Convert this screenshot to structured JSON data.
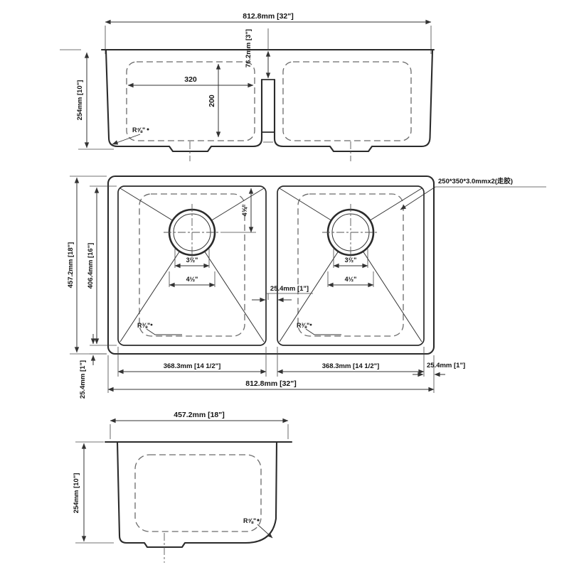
{
  "front_view": {
    "overall_width": "812.8mm [32\"]",
    "rim_to_divider": "76.2mm [3\"]",
    "depth": "254mm [10\"]",
    "bowl_base_width": "320",
    "bowl_base_height": "200",
    "corner_radius": "R⅝\""
  },
  "plan_view": {
    "overall_height": "457.2mm [18\"]",
    "inner_height": "406.4mm [16\"]",
    "overall_width": "812.8mm [32\"]",
    "bowl_width_left": "368.3mm [14 1/2\"]",
    "bowl_width_right": "368.3mm [14 1/2\"]",
    "edge_margin_right": "25.4mm [1\"]",
    "edge_margin_bottom": "25.4mm [1\"]",
    "divider_width": "25.4mm [1\"]",
    "drain_center_offset": "4¾\"",
    "drain_diameter_left": "3½\"",
    "drain_flange_left": "4½\"",
    "drain_diameter_right": "3½\"",
    "drain_flange_right": "4½\"",
    "bowl_corner_radius_left": "R⅜\"",
    "bowl_corner_radius_right": "R⅜\"",
    "pad_note": "250*350*3.0mmx2(走胶)"
  },
  "side_view": {
    "overall_width": "457.2mm [18\"]",
    "depth": "254mm [10\"]",
    "corner_radius": "R⅝\""
  }
}
